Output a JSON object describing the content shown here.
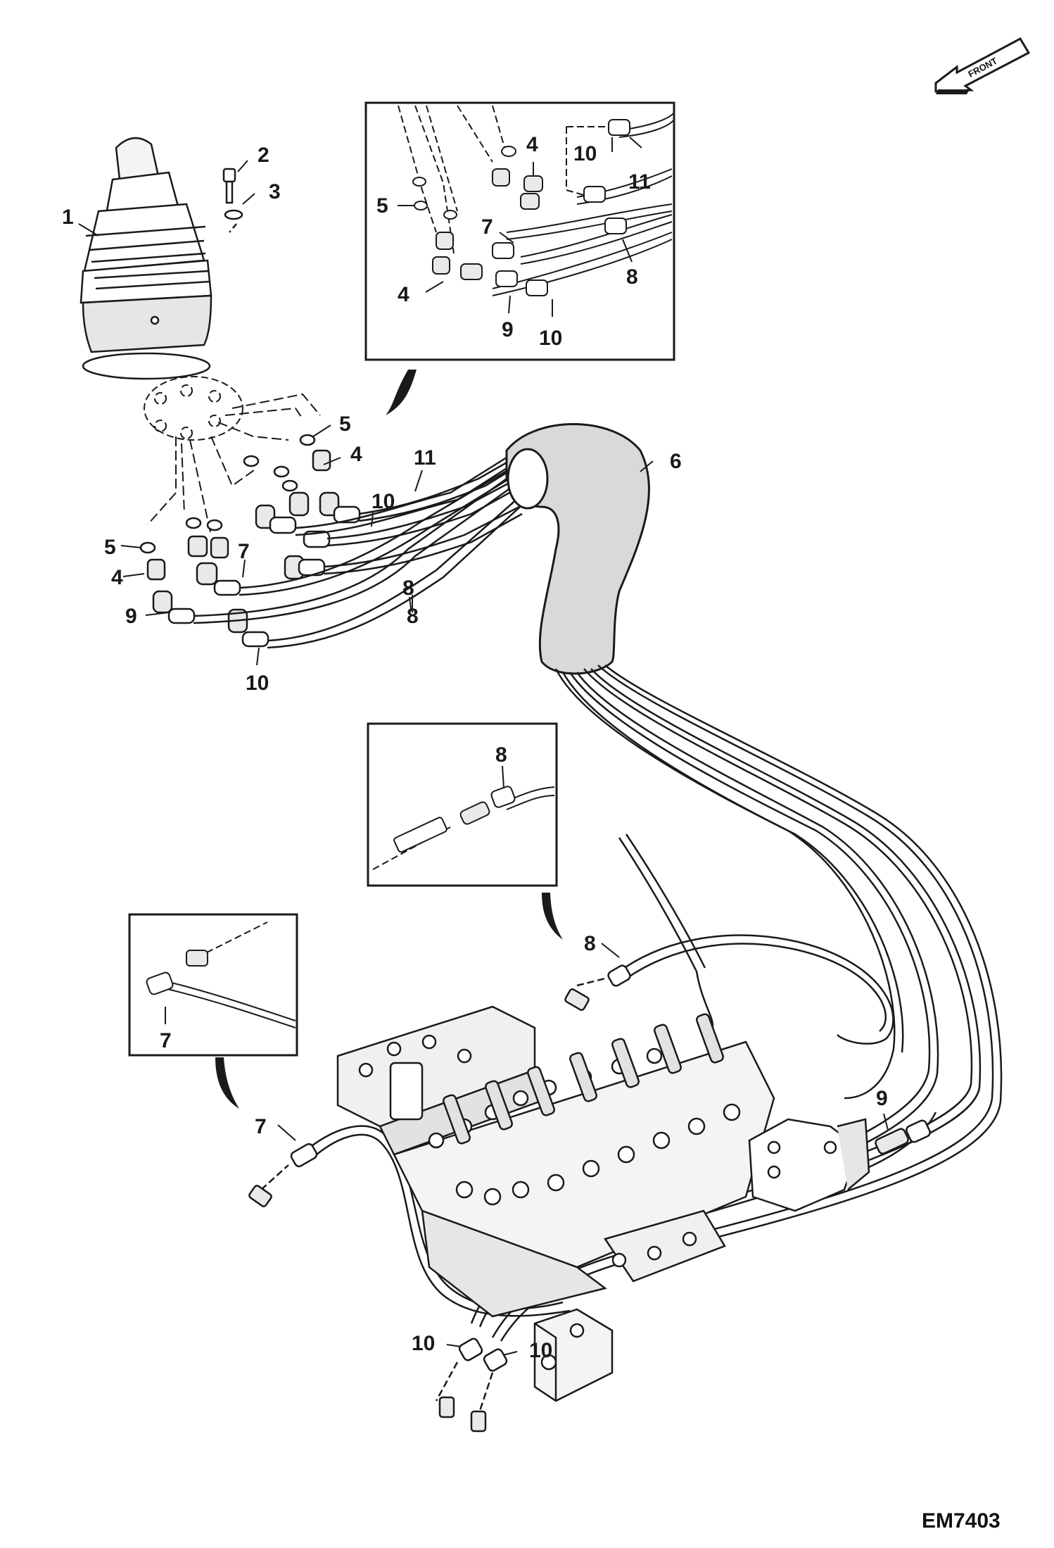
{
  "drawing_code": "EM7403",
  "front_label": "FRONT",
  "callouts": {
    "main": [
      "1",
      "2",
      "3",
      "5",
      "4",
      "11",
      "10",
      "6",
      "7",
      "8",
      "5",
      "4",
      "9",
      "8",
      "10",
      "8",
      "7",
      "9",
      "10",
      "10"
    ],
    "inset_top": [
      "4",
      "10",
      "11",
      "5",
      "7",
      "4",
      "9",
      "10",
      "8"
    ],
    "inset_mid": "8",
    "inset_left": "7"
  },
  "colors": {
    "line": "#1a1a1a",
    "shade": "#d9d9d9",
    "hose_fill": "#ffffff",
    "background": "#ffffff"
  }
}
